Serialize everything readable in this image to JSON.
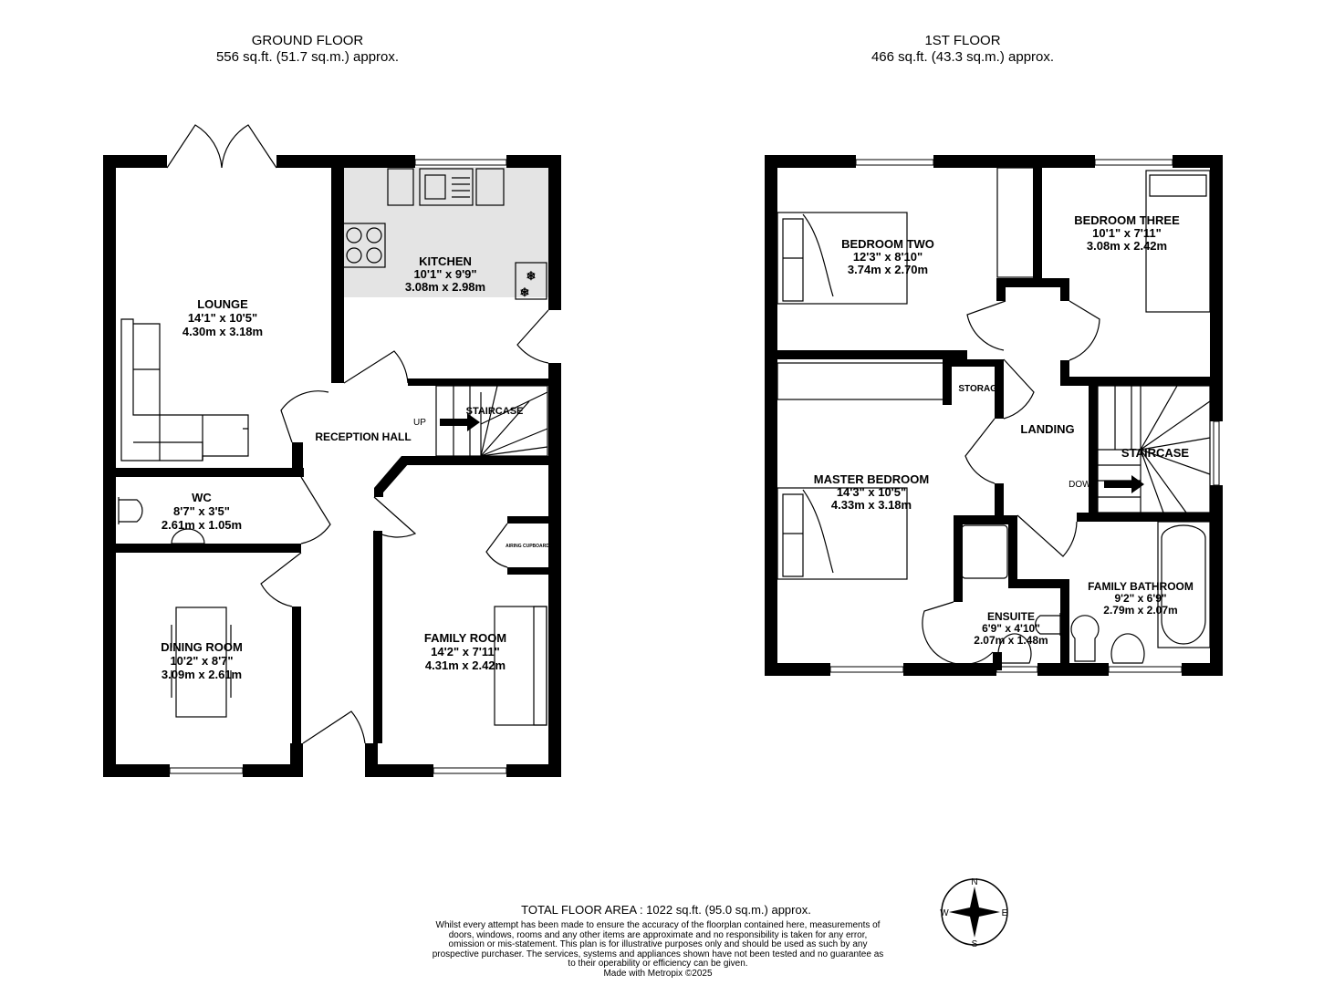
{
  "ground_floor": {
    "title": "GROUND FLOOR",
    "area": "556 sq.ft. (51.7 sq.m.) approx."
  },
  "first_floor": {
    "title": "1ST FLOOR",
    "area": "466 sq.ft. (43.3 sq.m.) approx."
  },
  "rooms": {
    "lounge": {
      "name": "LOUNGE",
      "imperial": "14'1\"  x 10'5\"",
      "metric": "4.30m  x 3.18m"
    },
    "kitchen": {
      "name": "KITCHEN",
      "imperial": "10'1\"  x 9'9\"",
      "metric": "3.08m  x 2.98m"
    },
    "reception": {
      "name": "RECEPTION HALL"
    },
    "staircase_g": {
      "name": "STAIRCASE",
      "dir": "UP"
    },
    "wc": {
      "name": "WC",
      "imperial": "8'7\"  x 3'5\"",
      "metric": "2.61m  x 1.05m"
    },
    "dining": {
      "name": "DINING ROOM",
      "imperial": "10'2\"  x 8'7\"",
      "metric": "3.09m  x 2.61m"
    },
    "family": {
      "name": "FAMILY ROOM",
      "imperial": "14'2\"  x 7'11\"",
      "metric": "4.31m  x 2.42m"
    },
    "airing": {
      "name": "AIRING CUPBOARD"
    },
    "bed2": {
      "name": "BEDROOM TWO",
      "imperial": "12'3\"  x 8'10\"",
      "metric": "3.74m  x 2.70m"
    },
    "bed3": {
      "name": "BEDROOM THREE",
      "imperial": "10'1\"  x 7'11\"",
      "metric": "3.08m  x 2.42m"
    },
    "storage": {
      "name": "STORAGE"
    },
    "landing": {
      "name": "LANDING"
    },
    "staircase_1": {
      "name": "STAIRCASE",
      "dir": "DOWN"
    },
    "master": {
      "name": "MASTER BEDROOM",
      "imperial": "14'3\"  x 10'5\"",
      "metric": "4.33m  x 3.18m"
    },
    "ensuite": {
      "name": "ENSUITE",
      "imperial": "6'9\"  x 4'10\"",
      "metric": "2.07m  x 1.48m"
    },
    "bathroom": {
      "name": "FAMILY BATHROOM",
      "imperial": "9'2\"  x 6'9\"",
      "metric": "2.79m  x 2.07m"
    }
  },
  "compass": {
    "n": "N",
    "s": "S",
    "e": "E",
    "w": "W"
  },
  "footer": {
    "total": "TOTAL FLOOR AREA : 1022 sq.ft. (95.0 sq.m.) approx.",
    "disclaimer": "Whilst every attempt has been made to ensure the accuracy of the floorplan contained here, measurements of doors, windows, rooms and any other items are approximate and no responsibility is taken for any error, omission or mis-statement. This plan is for illustrative purposes only and should be used as such by any prospective purchaser. The services, systems and appliances shown have not been tested and no guarantee as to their operability or efficiency can be given.",
    "credit": "Made with Metropix ©2025"
  }
}
